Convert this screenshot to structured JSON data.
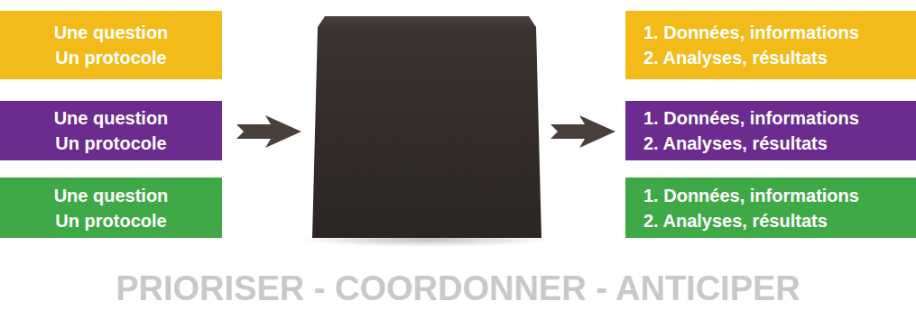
{
  "diagram": {
    "caption": "PRIORISER - COORDONNER - ANTICIPER",
    "nodes": [
      {
        "text": [
          "Une question",
          "Un protocole"
        ]
      },
      {
        "text": [
          "Une question",
          "Un protocole"
        ]
      },
      {
        "text": [
          "Une question",
          "Un protocole"
        ]
      },
      {
        "text": [
          "1. Données, informations",
          "2. Analyses, résultats"
        ]
      },
      {
        "text": [
          "1. Données, informations",
          "2. Analyses, résultats"
        ]
      },
      {
        "text": [
          "1. Données, informations",
          "2. Analyses, résultats"
        ]
      }
    ]
  }
}
